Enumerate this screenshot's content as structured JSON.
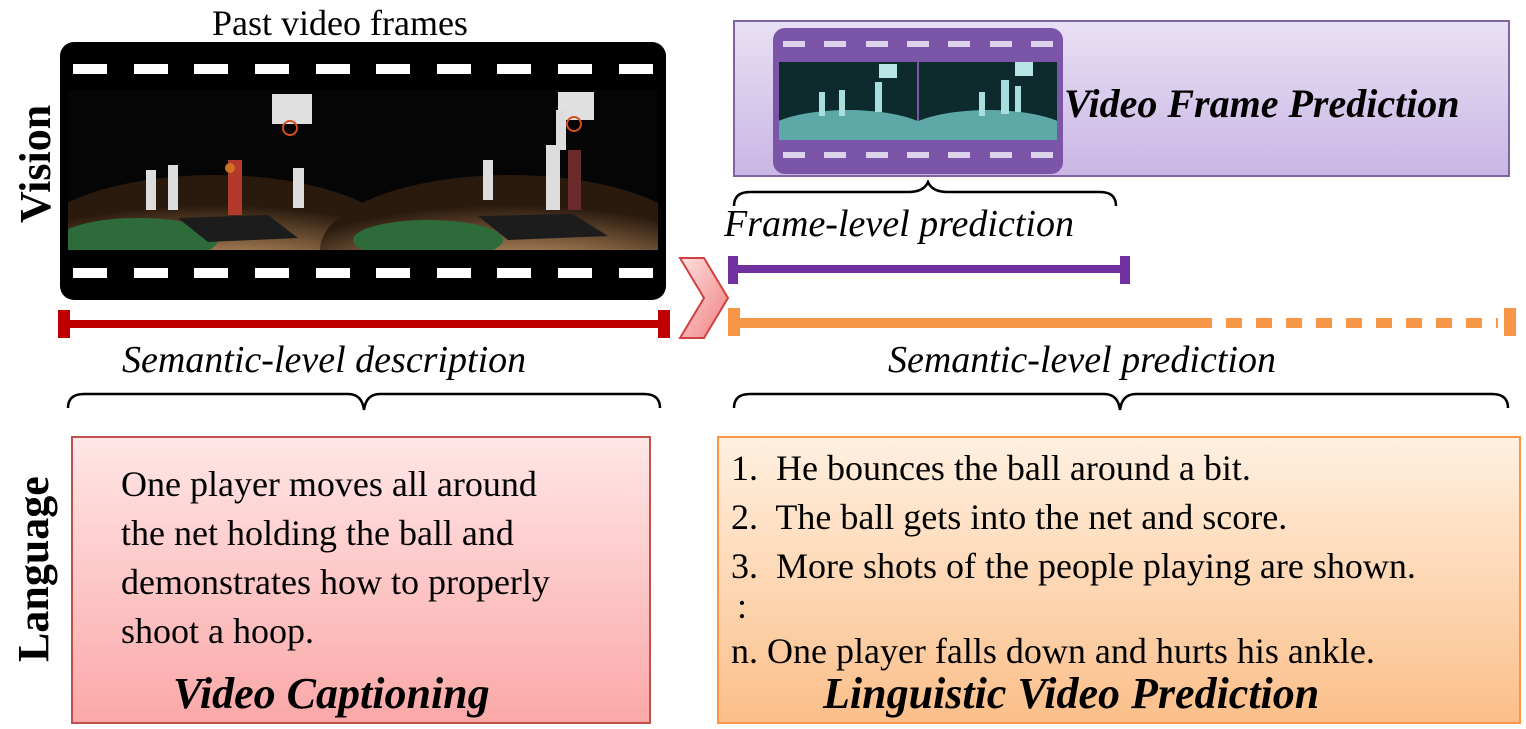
{
  "row_labels": {
    "vision": "Vision",
    "language": "Language"
  },
  "vision": {
    "past_frames_label": "Past video frames",
    "frame_prediction_title": "Video Frame Prediction",
    "frame_level_label": "Frame-level prediction"
  },
  "timeline": {
    "semantic_description_label": "Semantic-level description",
    "semantic_prediction_label": "Semantic-level prediction"
  },
  "captioning": {
    "lines": [
      "One player moves all around",
      "the net holding the ball and",
      "demonstrates how to properly",
      "shoot a hoop."
    ],
    "title": "Video Captioning"
  },
  "prediction": {
    "items": [
      {
        "marker": "1.",
        "text": "He bounces the ball around a bit."
      },
      {
        "marker": "2.",
        "text": "The ball gets into the net and score."
      },
      {
        "marker": "3.",
        "text": "More shots of the people playing are shown."
      },
      {
        "marker": ":",
        "text": ""
      },
      {
        "marker": "n.",
        "text": "One player falls down and hurts his ankle."
      }
    ],
    "title": "Linguistic Video Prediction"
  },
  "colors": {
    "red": "#c00000",
    "purple": "#7030a0",
    "orange": "#f79646",
    "caption_border": "#c0504d",
    "prediction_border": "#f79646",
    "frame_box_border": "#8064a2"
  }
}
